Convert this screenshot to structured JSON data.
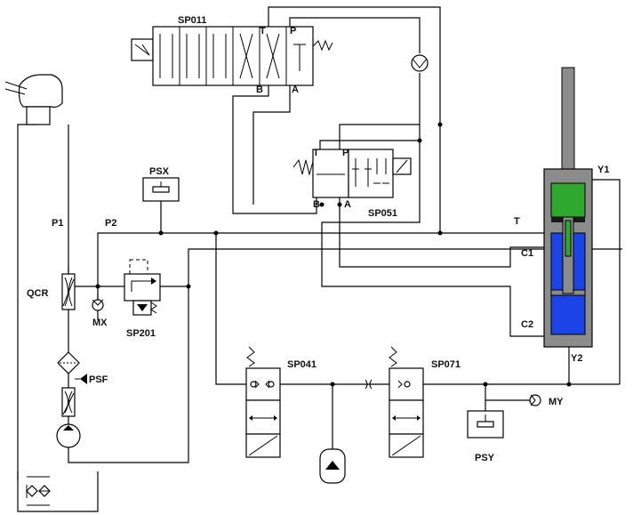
{
  "labels": {
    "sp011": "SP011",
    "sp051": "SP051",
    "sp201": "SP201",
    "sp041": "SP041",
    "sp071": "SP071",
    "psx": "PSX",
    "psf": "PSF",
    "psy": "PSY",
    "p1": "P1",
    "p2": "P2",
    "qcr": "QCR",
    "mx": "MX",
    "my": "MY",
    "y1": "Y1",
    "y2": "Y2",
    "t_main": "T",
    "c1": "C1",
    "c2": "C2",
    "sp011_t": "T",
    "sp011_p": "P",
    "sp011_b": "B",
    "sp011_a": "A",
    "sp051_t": "T",
    "sp051_p": "P",
    "sp051_b": "B",
    "sp051_a": "A"
  },
  "colors": {
    "cylinder_body": "#8c8c8c",
    "rod": "#8c8c8c",
    "piston_green": "#2fa82f",
    "chamber_blue": "#1d44e6",
    "piston_black": "#1a1a1a",
    "line": "#000000"
  }
}
